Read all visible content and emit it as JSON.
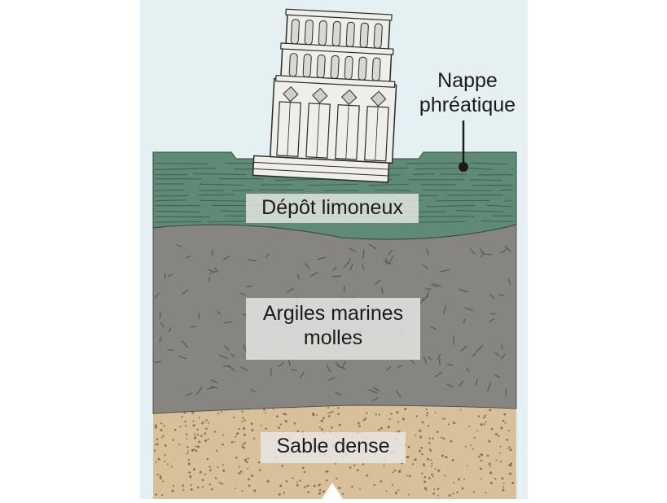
{
  "diagram": {
    "title": "",
    "colors": {
      "background": "#e4f0f1",
      "limon": "#5f8b76",
      "argile": "#878581",
      "sable": "#d8c19a",
      "tower_stone": "#efeeea",
      "outline": "#2a2a2a"
    },
    "layers": [
      {
        "id": "limon",
        "label": "Dépôt limoneux"
      },
      {
        "id": "argile",
        "label_lines": [
          "Argiles marines",
          "molles"
        ]
      },
      {
        "id": "sable",
        "label": "Sable dense"
      }
    ],
    "annotation": {
      "lines": [
        "Nappe",
        "phréatique"
      ]
    }
  }
}
